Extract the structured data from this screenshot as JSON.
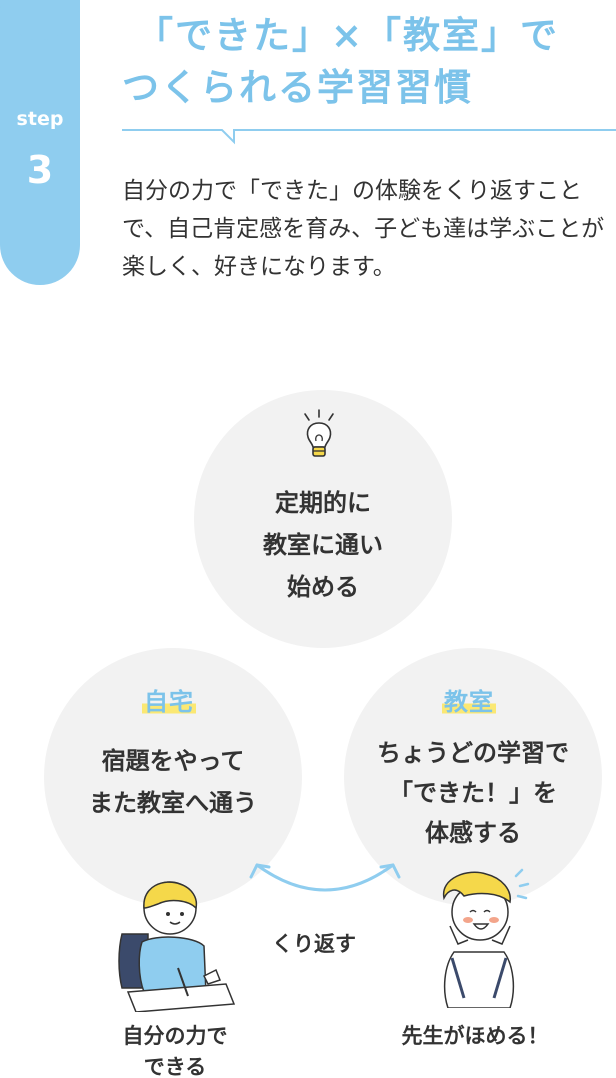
{
  "step": {
    "word": "step",
    "number": "3"
  },
  "headline": {
    "line1": "「できた」×「教室」で",
    "line2": "つくられる学習習慣"
  },
  "description": "自分の力で「できた」の体験をくり返すことで、自己肯定感を育み、子ども達は学ぶことが楽しく、好きになります。",
  "cycle": {
    "top": {
      "lines": [
        "定期的に",
        "教室に通い",
        "始める"
      ],
      "icon": "lightbulb-icon"
    },
    "home": {
      "title": "自宅",
      "lines": [
        "宿題をやって",
        "また教室へ通う"
      ]
    },
    "classroom": {
      "title": "教室",
      "lines": [
        "ちょうどの学習で",
        "「できた！」を",
        "体感する"
      ]
    },
    "repeat_label": "くり返す",
    "left_caption": [
      "自分の力で",
      "できる"
    ],
    "right_caption": "先生がほめる！"
  },
  "colors": {
    "accent_blue": "#8fcdef",
    "highlight_yellow": "#fbe873",
    "circle_gray": "#f2f2f2"
  }
}
